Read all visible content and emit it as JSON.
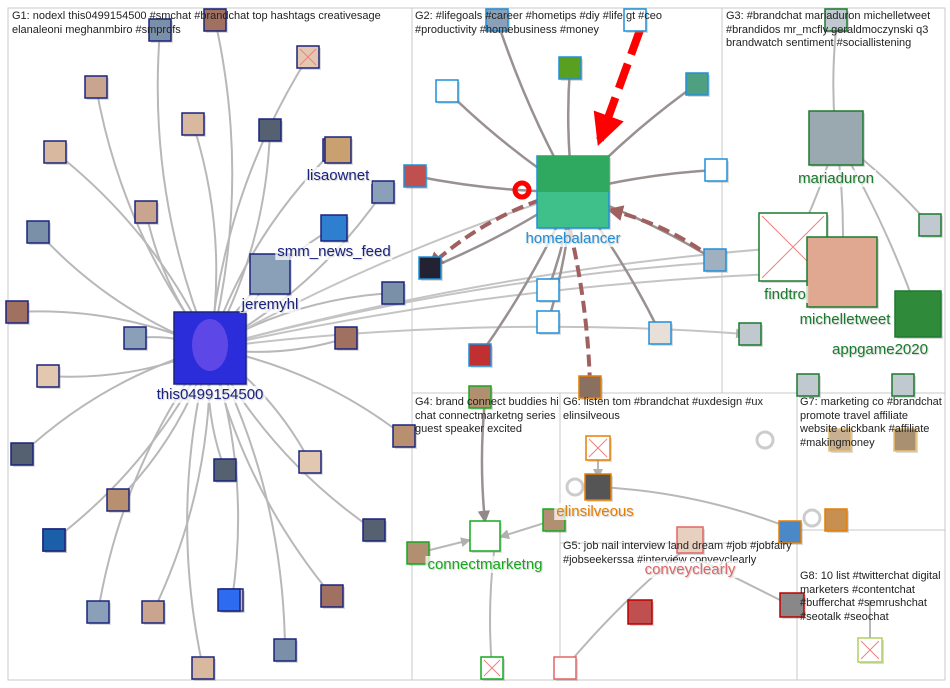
{
  "groups": [
    {
      "id": "G1",
      "label": "G1: nodexl this0499154500 #smchat #brandchat top hashtags creativesage elanaleoni meghanmbiro #smprofs"
    },
    {
      "id": "G2",
      "label": "G2: #lifegoals #career #hometips #diy #life gt #ceo #productivity #homebusiness #money"
    },
    {
      "id": "G3",
      "label": "G3: #brandchat mariaduron michelletweet #brandidos mr_mcfly geraldmoczynski q3 brandwatch sentiment #sociallistening"
    },
    {
      "id": "G4",
      "label": "G4: brand connect buddies hi chat connectmarketng series guest speaker excited"
    },
    {
      "id": "G5",
      "label": "G5: job nail interview land dream #job #jobfairy #jobseekerssa #interview conveyclearly"
    },
    {
      "id": "G6",
      "label": "G6: listen tom #brandchat #uxdesign #ux elinsilveous"
    },
    {
      "id": "G7",
      "label": "G7: marketing co #brandchat promote travel affiliate website clickbank #affiliate #makingmoney"
    },
    {
      "id": "G8",
      "label": "G8: 10 list #twitterchat digital marketers #contentchat #bufferchat #semrushchat #seotalk #seochat"
    }
  ],
  "node_labels": {
    "this0499154500": "this0499154500",
    "jeremyhl": "jeremyhl",
    "smm_news_feed": "smm_news_feed",
    "lisaownet": "lisaownet",
    "homebalancer": "homebalancer",
    "mariaduron": "mariaduron",
    "findtro": "findtro",
    "michelletweet": "michelletweet",
    "appgame2020": "appgame2020",
    "connectmarketng": "connectmarketng",
    "elinsilveous": "elinsilveous",
    "conveyclearly": "conveyclearly"
  },
  "colors": {
    "g1": "#1a237e",
    "g2": "#1f8fd8",
    "g3": "#1b7a2e",
    "g4": "#17a81f",
    "g5": "#e06666",
    "g6": "#e67e00",
    "edge": "#b8b8b8",
    "dark_edge": "#999090",
    "red_edge": "#ff0000",
    "brown_edge": "#a06060"
  }
}
